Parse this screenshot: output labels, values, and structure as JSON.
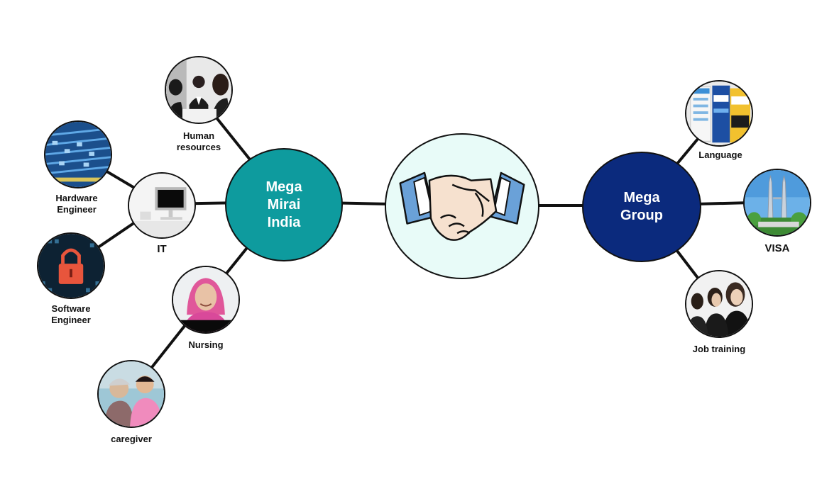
{
  "hubs": {
    "left": {
      "line1": "Mega",
      "line2": "Mirai",
      "line3": "India",
      "color": "#0e9b9e"
    },
    "right": {
      "line1": "Mega",
      "line2": "Group",
      "color": "#0b2a7d"
    },
    "center": {
      "icon": "handshake-icon",
      "color": "#e8fbf8"
    }
  },
  "nodes": {
    "human_resources": {
      "label_line1": "Human",
      "label_line2": "resources",
      "icon": "meeting-photo"
    },
    "it": {
      "label": "IT",
      "icon": "computer-photo"
    },
    "hardware_engineer": {
      "label_line1": "Hardware",
      "label_line2": "Engineer",
      "icon": "network-cables-photo"
    },
    "software_engineer": {
      "label_line1": "Software",
      "label_line2": "Engineer",
      "icon": "padlock-photo"
    },
    "nursing": {
      "label": "Nursing",
      "icon": "nurse-photo"
    },
    "caregiver": {
      "label": "caregiver",
      "icon": "caregiver-photo"
    },
    "language": {
      "label": "Language",
      "icon": "magazine-photo"
    },
    "visa": {
      "label": "VISA",
      "icon": "towers-photo"
    },
    "job_training": {
      "label": "Job training",
      "icon": "trainees-photo"
    }
  }
}
